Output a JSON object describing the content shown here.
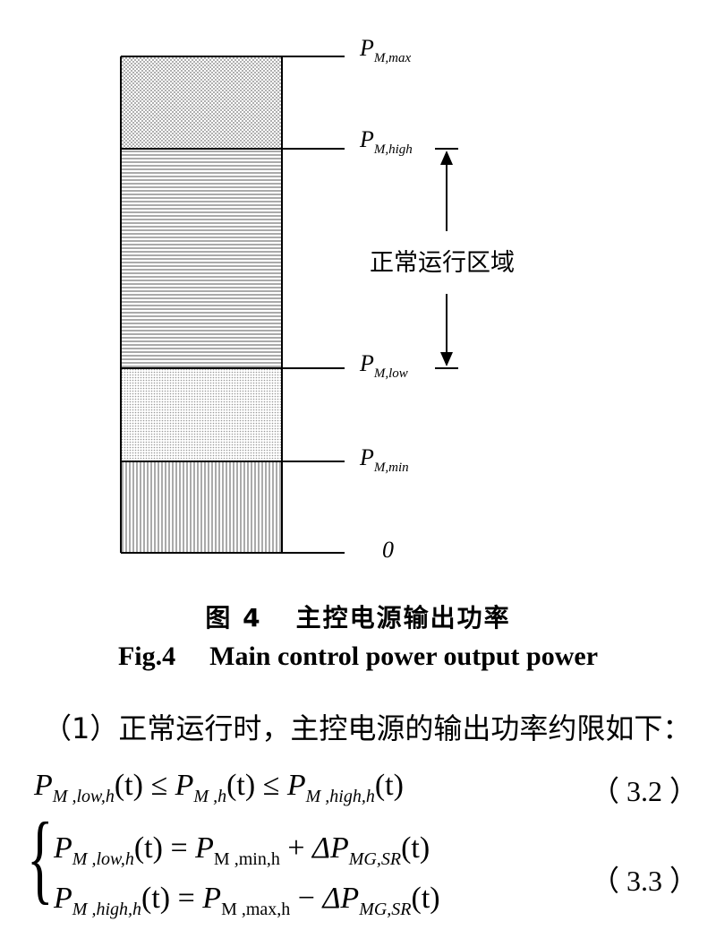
{
  "figure": {
    "levels": [
      {
        "main": "P",
        "sub": "M,max"
      },
      {
        "main": "P",
        "sub": "M,high"
      },
      {
        "main": "P",
        "sub": "M,low"
      },
      {
        "main": "P",
        "sub": "M,min"
      },
      {
        "main": "0",
        "sub": ""
      }
    ],
    "region_label": "正常运行区域"
  },
  "caption": {
    "cn_number": "图 4",
    "cn_title": "主控电源输出功率",
    "en_number": "Fig.4",
    "en_title": "Main control power output power"
  },
  "paragraph": "（1）正常运行时，主控电源的输出功率约限如下：",
  "eq32": {
    "P": "P",
    "sub_low": "M ,low,h",
    "t": "(t)",
    "le": "≤",
    "sub_mid": "M ,h",
    "sub_high": "M ,high,h",
    "number": "（ 3.2 ）"
  },
  "eq33": {
    "sub_low": "M ,low,h",
    "sub_high": "M ,high,h",
    "t": "(t)",
    "eq": "=",
    "sub_min": "M ,min,h",
    "sub_max": "M ,max,h",
    "plus": "+",
    "minus": "−",
    "delta": "ΔP",
    "sub_sr": "MG,SR",
    "number": "（ 3.3 ）"
  }
}
